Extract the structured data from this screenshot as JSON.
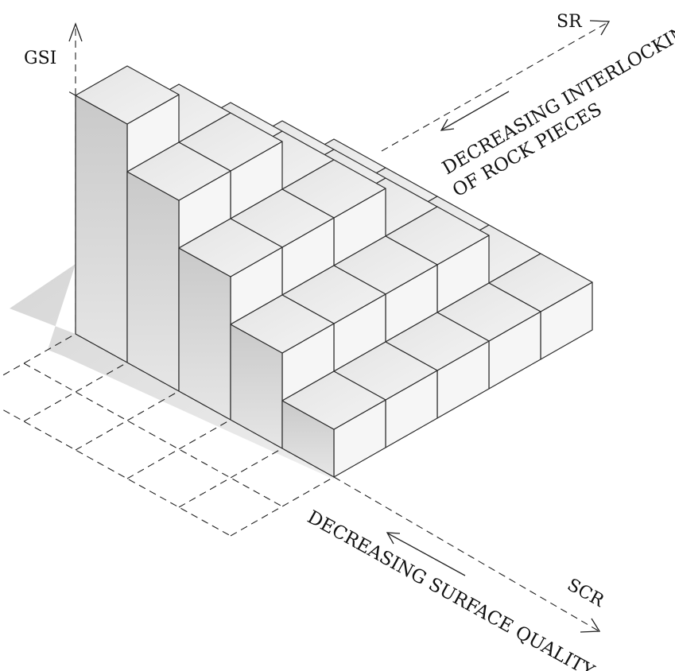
{
  "labels": {
    "gsi_axis": "GSI",
    "sr_axis": "SR",
    "scr_axis": "SCR",
    "sr_note_line1": "DECREASING INTERLOCKING",
    "sr_note_line2": "OF ROCK PIECES",
    "scr_note": "DECREASING SURFACE QUALITY"
  },
  "grid": {
    "sr_columns": 5,
    "scr_rows": 5,
    "heights": [
      [
        5,
        4,
        3,
        2,
        1
      ],
      [
        4,
        4,
        3,
        2,
        1
      ],
      [
        3,
        3,
        3,
        2,
        1
      ],
      [
        2,
        2,
        2,
        2,
        1
      ],
      [
        1,
        1,
        1,
        1,
        1
      ]
    ]
  },
  "colors": {
    "top_face": "#ececec",
    "left_face": "#f6f6f6",
    "right_face": "#d2d2d2",
    "edge": "#2a2a2a",
    "shadow": "#d9d9d9"
  }
}
